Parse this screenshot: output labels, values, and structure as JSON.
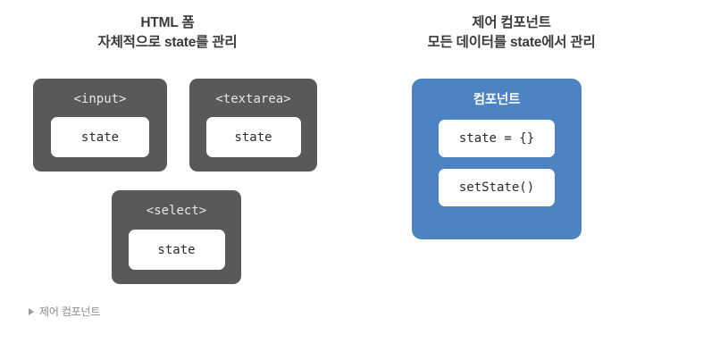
{
  "panels": {
    "left": {
      "title_line1": "HTML 폼",
      "title_line2": "자체적으로 state를 관리",
      "boxes": [
        {
          "tag": "<input>",
          "value": "state"
        },
        {
          "tag": "<textarea>",
          "value": "state"
        },
        {
          "tag": "<select>",
          "value": "state"
        }
      ]
    },
    "right": {
      "title_line1": "제어 컴포넌트",
      "title_line2": "모든 데이터를 state에서 관리",
      "component": {
        "label": "컴포넌트",
        "items": [
          {
            "value": "state = {}"
          },
          {
            "value": "setState()"
          }
        ]
      }
    }
  },
  "footer": {
    "marker_icon": "triangle-right-icon",
    "label": "제어 컴포넌트"
  },
  "colors": {
    "background": "#ffffff",
    "element_box": "#595959",
    "component_box": "#4d82c3",
    "chip": "#ffffff",
    "heading_text": "#3b3b3b",
    "tag_text": "#e6e6e6",
    "chip_text": "#2b2b2b",
    "footer_text": "#8c8c8c"
  }
}
